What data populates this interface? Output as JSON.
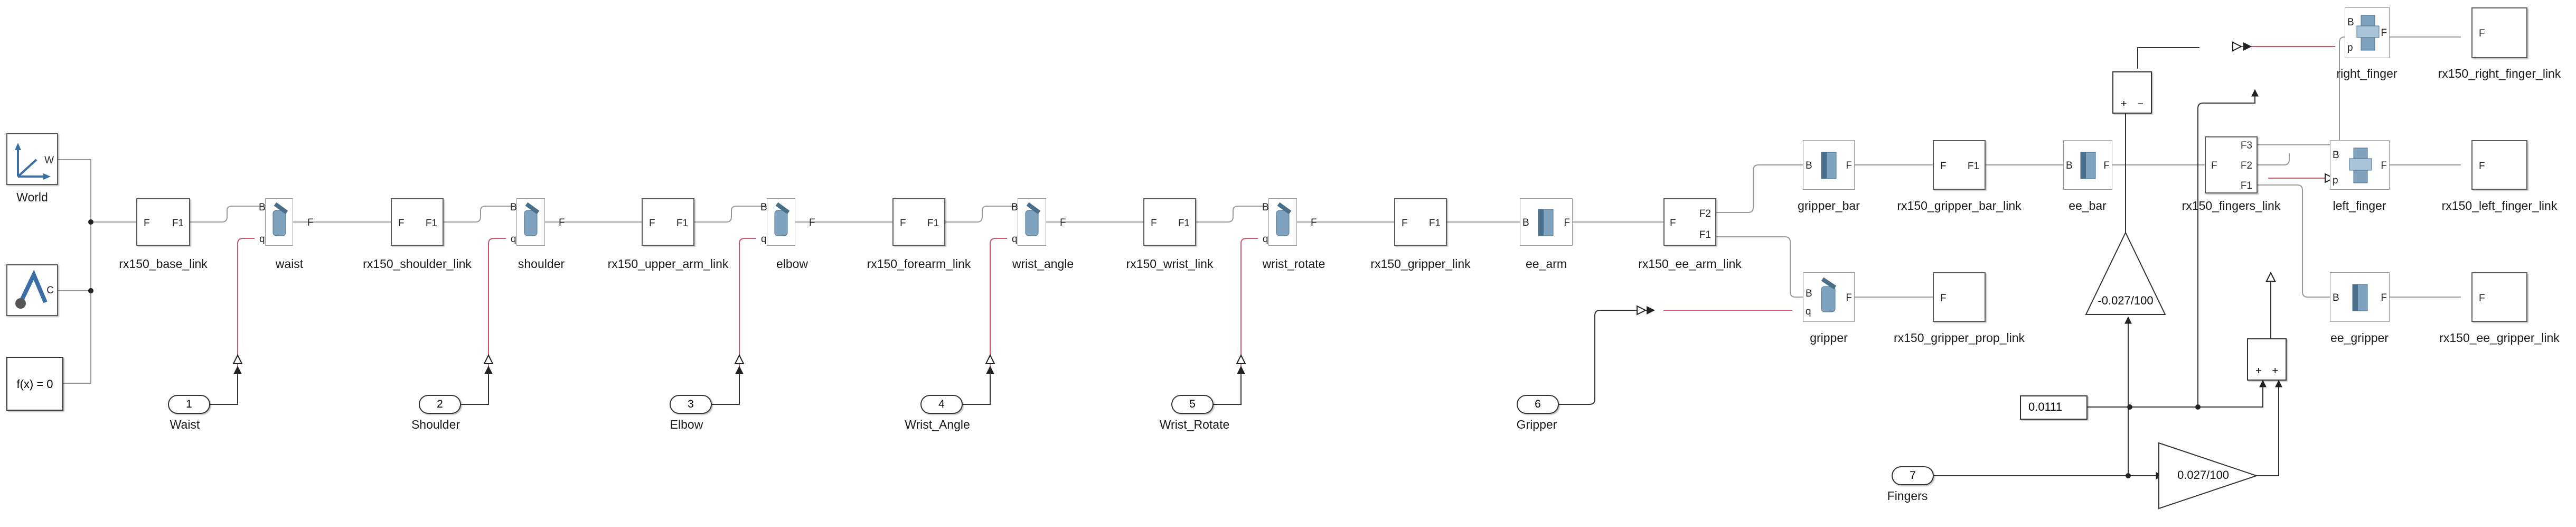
{
  "solver_blocks": {
    "world_label": "World",
    "world_port": "W",
    "config_port": "C",
    "fx_text": "f(x) = 0"
  },
  "links": [
    {
      "label": "rx150_base_link",
      "port_in": "F",
      "port_out": "F1"
    },
    {
      "label": "rx150_shoulder_link",
      "port_in": "F",
      "port_out": "F1"
    },
    {
      "label": "rx150_upper_arm_link",
      "port_in": "F",
      "port_out": "F1"
    },
    {
      "label": "rx150_forearm_link",
      "port_in": "F",
      "port_out": "F1"
    },
    {
      "label": "rx150_wrist_link",
      "port_in": "F",
      "port_out": "F1"
    },
    {
      "label": "rx150_gripper_link",
      "port_in": "F",
      "port_out": "F1"
    }
  ],
  "joints": [
    {
      "label": "waist",
      "port_b": "B",
      "port_f": "F",
      "port_q": "q"
    },
    {
      "label": "shoulder",
      "port_b": "B",
      "port_f": "F",
      "port_q": "q"
    },
    {
      "label": "elbow",
      "port_b": "B",
      "port_f": "F",
      "port_q": "q"
    },
    {
      "label": "wrist_angle",
      "port_b": "B",
      "port_f": "F",
      "port_q": "q"
    },
    {
      "label": "wrist_rotate",
      "port_b": "B",
      "port_f": "F",
      "port_q": "q"
    }
  ],
  "inports": [
    {
      "number": "1",
      "label": "Waist"
    },
    {
      "number": "2",
      "label": "Shoulder"
    },
    {
      "number": "3",
      "label": "Elbow"
    },
    {
      "number": "4",
      "label": "Wrist_Angle"
    },
    {
      "number": "5",
      "label": "Wrist_Rotate"
    },
    {
      "number": "6",
      "label": "Gripper"
    },
    {
      "number": "7",
      "label": "Fingers"
    }
  ],
  "ee": {
    "ee_arm_label": "ee_arm",
    "ee_arm_link_label": "rx150_ee_arm_link",
    "ee_arm_link_ports": [
      "F",
      "F2",
      "F1"
    ],
    "gripper_bar_label": "gripper_bar",
    "gripper_bar_link_label": "rx150_gripper_bar_link",
    "ee_bar_label": "ee_bar",
    "fingers_link_label": "rx150_fingers_link",
    "fingers_link_ports": [
      "F",
      "F3",
      "F2",
      "F1"
    ],
    "gripper_label": "gripper",
    "gripper_prop_link_label": "rx150_gripper_prop_link",
    "right_finger_label": "right_finger",
    "right_finger_link_label": "rx150_right_finger_link",
    "left_finger_label": "left_finger",
    "left_finger_link_label": "rx150_left_finger_link",
    "ee_gripper_label": "ee_gripper",
    "ee_gripper_link_label": "rx150_ee_gripper_link",
    "prismatic_ports": [
      "B",
      "F",
      "p"
    ],
    "rigid_ports": [
      "B",
      "F"
    ],
    "frame_port": "F",
    "gain_neg": "-0.027/100",
    "gain_pos": "0.027/100",
    "constant": "0.0111",
    "sum_top_signs": [
      "+",
      "−"
    ],
    "sum_bottom_signs": [
      "+",
      "+"
    ]
  }
}
